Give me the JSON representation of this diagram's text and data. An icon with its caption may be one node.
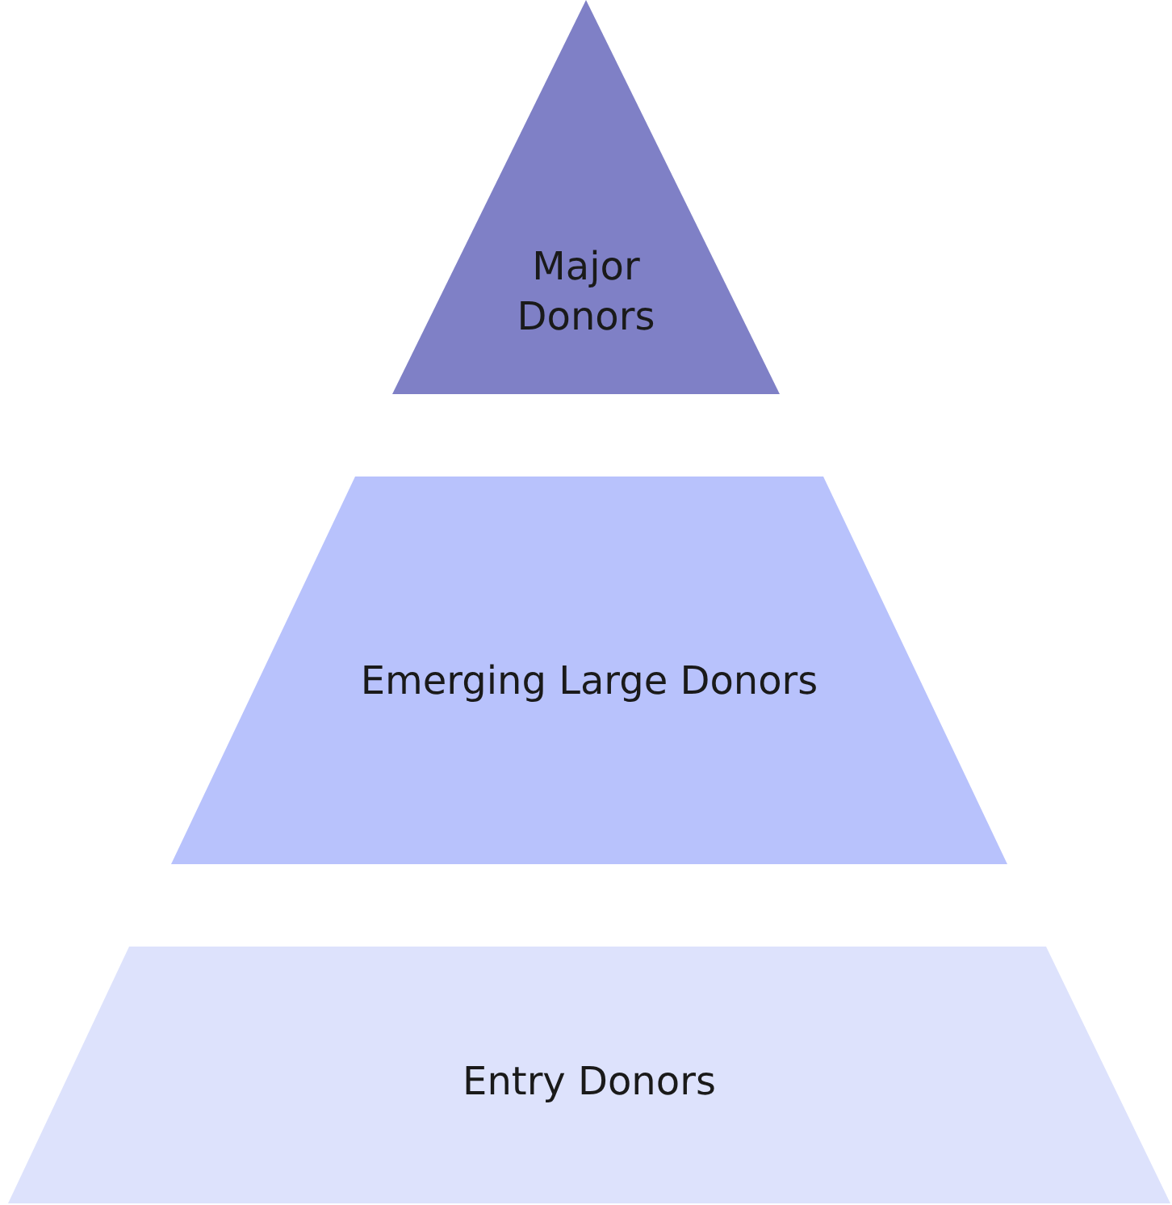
{
  "diagram": {
    "nodes": [
      {
        "text": [
          "Major Donors"
        ]
      },
      {
        "text": [
          "Emerging Large Donors"
        ]
      },
      {
        "text": [
          "Entry Donors"
        ]
      }
    ]
  }
}
